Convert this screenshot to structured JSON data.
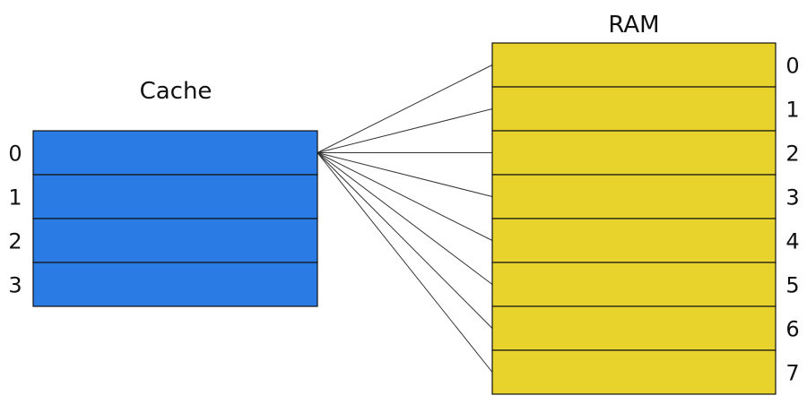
{
  "cache": {
    "title": "Cache",
    "fill": "#2a7be3",
    "rows": [
      "0",
      "1",
      "2",
      "3"
    ]
  },
  "ram": {
    "title": "RAM",
    "fill": "#e8d22c",
    "rows": [
      "0",
      "1",
      "2",
      "3",
      "4",
      "5",
      "6",
      "7"
    ]
  },
  "colors": {
    "stroke": "#111111",
    "connector": "#333333"
  }
}
